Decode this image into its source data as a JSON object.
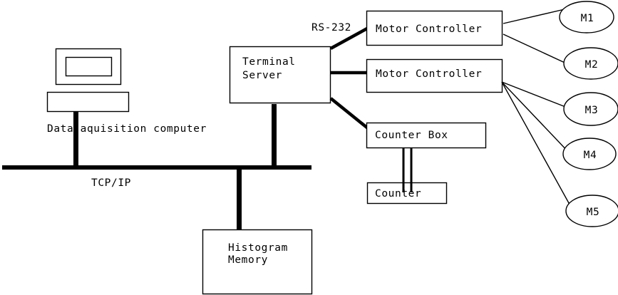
{
  "diagram": {
    "title": "Data acquisition system block diagram",
    "background_color": "#ffffff",
    "line_color": "#000000",
    "network": {
      "bus_label": "TCP/IP",
      "serial_label": "RS-232"
    },
    "nodes": {
      "computer": {
        "label": "Data aquisition computer",
        "type": "workstation"
      },
      "terminal_server": {
        "line1": "Terminal",
        "line2": "Server",
        "type": "box"
      },
      "motor_controller_1": {
        "label": "Motor Controller",
        "type": "box"
      },
      "motor_controller_2": {
        "label": "Motor Controller",
        "type": "box"
      },
      "counter_box": {
        "label": "Counter Box",
        "type": "box"
      },
      "counter": {
        "label": "Counter",
        "type": "box"
      },
      "histogram_memory": {
        "line1": "Histogram",
        "line2": "Memory",
        "type": "box"
      }
    },
    "motors": [
      {
        "label": "M1"
      },
      {
        "label": "M2"
      },
      {
        "label": "M3"
      },
      {
        "label": "M4"
      },
      {
        "label": "M5"
      }
    ]
  }
}
